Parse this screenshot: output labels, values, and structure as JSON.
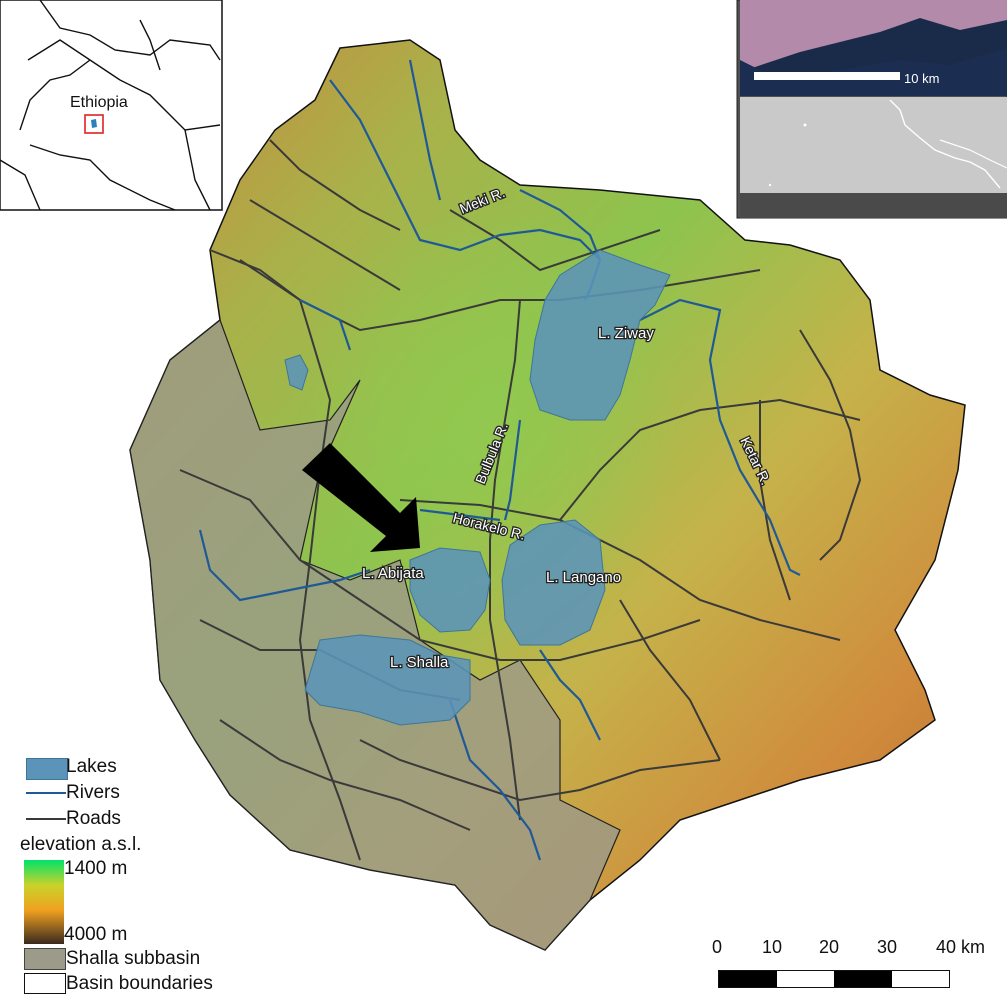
{
  "locator": {
    "country": "Ethiopia"
  },
  "inset": {
    "scale_label": "10 km"
  },
  "labels": {
    "lake_ziway": "L. Ziway",
    "lake_abijata": "L. Abijata",
    "lake_langano": "L. Langano",
    "lake_shalla": "L. Shalla",
    "river_meki": "Meki R.",
    "river_bulbula": "Bulbula R.",
    "river_horakelo": "Horakelo R.",
    "river_ketar": "Ketar R."
  },
  "legend": {
    "lakes": "Lakes",
    "rivers": "Rivers",
    "roads": "Roads",
    "elevation_title": "elevation a.s.l.",
    "elevation_low": "1400 m",
    "elevation_high": "4000 m",
    "subbasin": "Shalla subbasin",
    "boundaries": "Basin boundaries"
  },
  "scalebar": {
    "ticks": [
      "0",
      "10",
      "20",
      "30",
      "40 km"
    ]
  },
  "colors": {
    "lake": "#5b94b8",
    "river": "#1f5a96",
    "road": "#3a3a3a",
    "subbasin": "#9c9a88",
    "elev_low": "#00e36a",
    "elev_high": "#3a2a1e"
  }
}
